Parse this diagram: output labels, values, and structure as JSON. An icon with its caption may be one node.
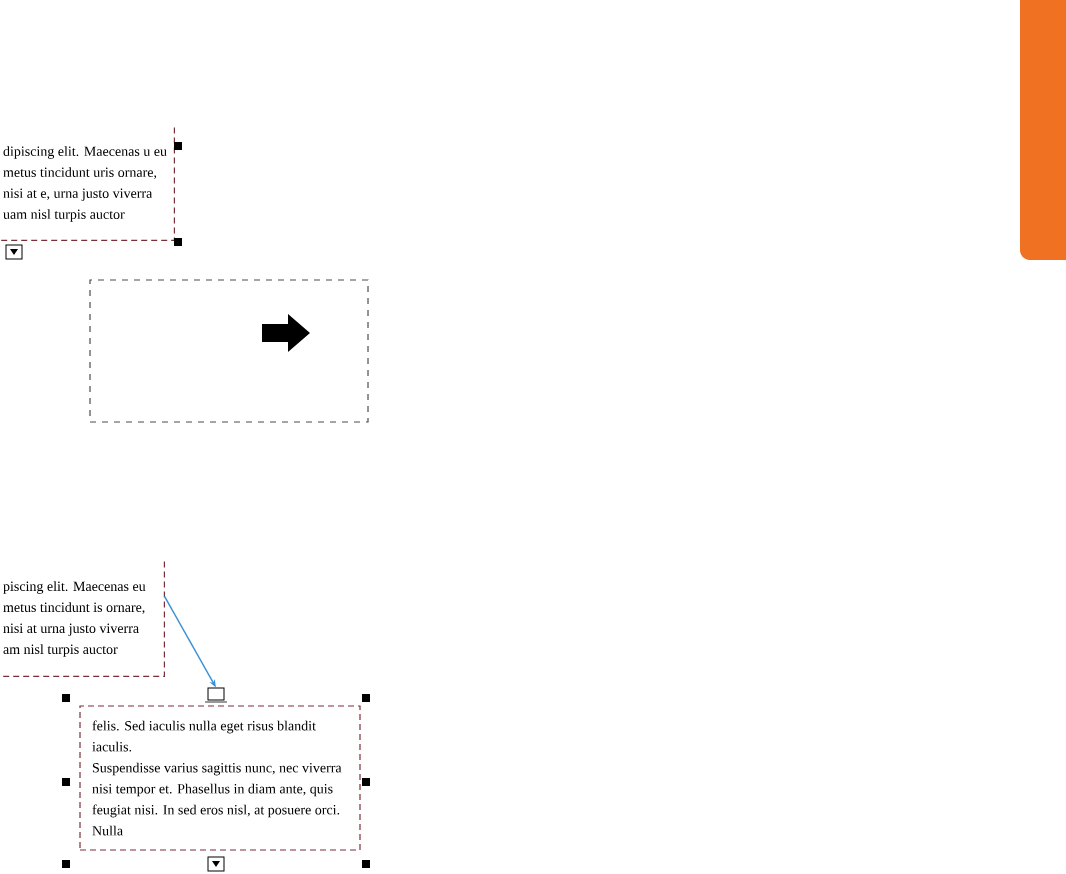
{
  "diagram": {
    "nodes": [
      {
        "text": [
          "dipiscing elit. Maecenas u eu metus tincidunt uris ornare, nisi at e, urna justo viverra uam nisl turpis auctor"
        ]
      },
      {
        "text": [],
        "shape": "box"
      },
      {
        "text": [],
        "shape": "bar"
      },
      {
        "text": [
          "piscing elit. Maecenas eu metus tincidunt is ornare, nisi at urna justo viverra am nisl turpis auctor"
        ]
      },
      {
        "text": [],
        "shape": "box"
      },
      {
        "text": [
          "felis. Sed iaculis nulla eget risus blandit iaculis.",
          "Suspendisse varius sagittis nunc, nec viverra nisi tempor et. Phasellus in diam ante, quis feugiat nisi. In sed eros nisl, at posuere orci. Nulla"
        ]
      }
    ],
    "edges": [
      {
        "from": 3,
        "to": 4,
        "arrow": "to",
        "color": "#3a8fd6"
      }
    ]
  }
}
